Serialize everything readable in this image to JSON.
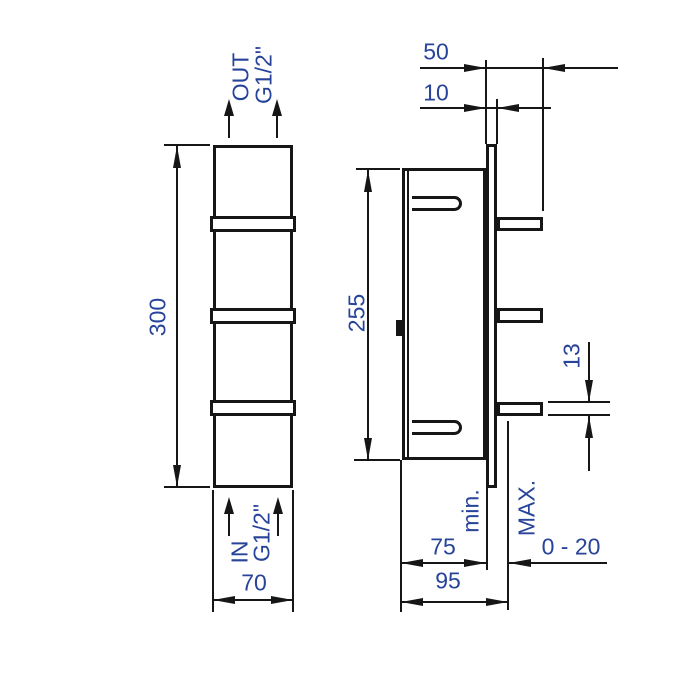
{
  "drawing_type": "installation dimension drawing, concealed 3-way valve body, front and side views",
  "colors": {
    "line": "#161616",
    "dimension_text": "#27439a",
    "background": "#ffffff"
  },
  "front_view": {
    "out_label": "OUT",
    "out_thread": "G1/2\"",
    "in_label": "IN",
    "in_thread": "G1/2\"",
    "dim_height": "300",
    "dim_width": "70"
  },
  "side_view": {
    "dim_depth_with_stubs": "50",
    "dim_plate_thickness": "10",
    "dim_body_height": "255",
    "dim_stub_thickness": "13",
    "label_min": "min.",
    "label_max": "MAX.",
    "dim_depth_min": "75",
    "dim_depth_max": "95",
    "dim_adjust_range": "0 - 20"
  }
}
